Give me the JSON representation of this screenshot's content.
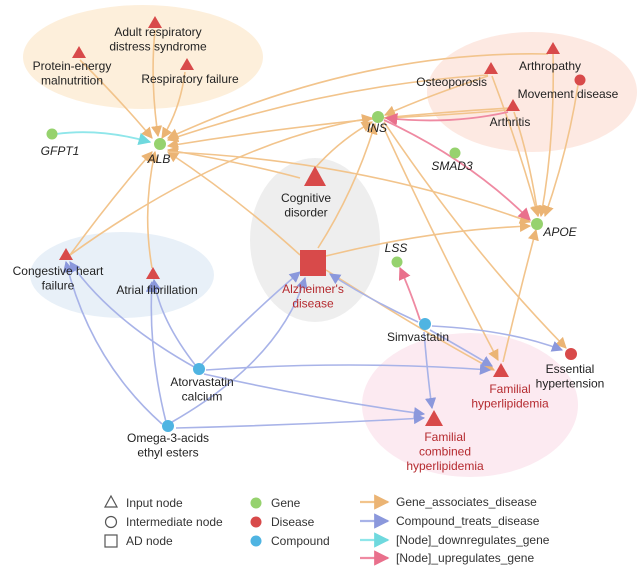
{
  "colors": {
    "gene": "#96d26e",
    "disease": "#d84a4a",
    "compound": "#4fb4e2",
    "gene_associates_disease": "#f2c48c",
    "compound_treats_disease": "#a8b3e8",
    "downregulates": "#8fe6ea",
    "upregulates": "#ef8aa2"
  },
  "nodes": {
    "ards": "Adult respiratory\ndistress syndrome",
    "pem": "Protein-energy\nmalnutrition",
    "resp": "Respiratory failure",
    "gfpt1": "GFPT1",
    "alb": "ALB",
    "osteo": "Osteoporosis",
    "arthro": "Arthropathy",
    "movement": "Movement disease",
    "ins": "INS",
    "arthritis": "Arthritis",
    "smad3": "SMAD3",
    "cognitive": "Cognitive\ndisorder",
    "apoe": "APOE",
    "lss": "LSS",
    "alzheimers": "Alzheimer's\ndisease",
    "chf": "Congestive heart\nfailure",
    "afib": "Atrial fibrillation",
    "simvastatin": "Simvastatin",
    "atorvastatin": "Atorvastatin\ncalcium",
    "essential": "Essential\nhypertension",
    "famhyper": "Familial\nhyperlipidemia",
    "omega": "Omega-3-acids\nethyl esters",
    "famcomb": "Familial\ncombined\nhyperlipidemia"
  },
  "legend": {
    "shapes": [
      "Input node",
      "Intermediate node",
      "AD node"
    ],
    "node_types": [
      "Gene",
      "Disease",
      "Compound"
    ],
    "edge_types": [
      "Gene_associates_disease",
      "Compound_treats_disease",
      "[Node]_downregulates_gene",
      "[Node]_upregulates_gene"
    ]
  }
}
